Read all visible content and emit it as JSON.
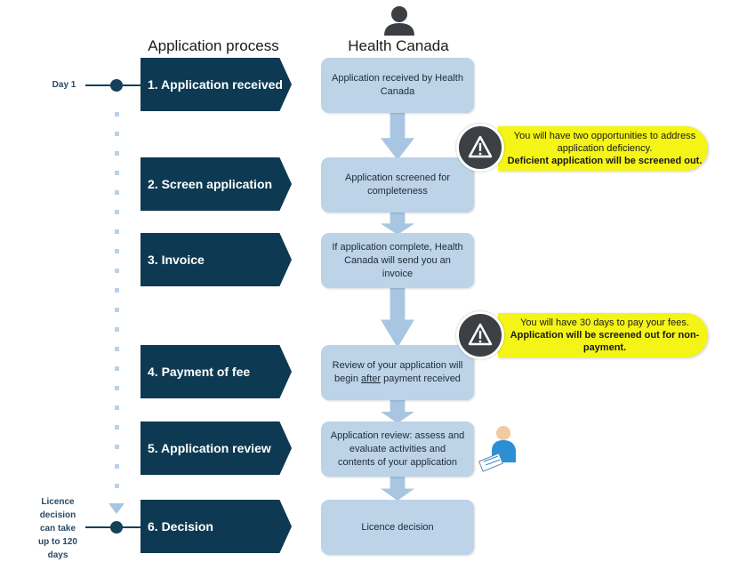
{
  "headers": {
    "application_process": "Application process",
    "health_canada": "Health Canada"
  },
  "timeline": {
    "day_label": "Day 1",
    "end_label_lines": [
      "Licence",
      "decision",
      "can take",
      "up to 120",
      "days"
    ]
  },
  "steps": [
    {
      "label": "1. Application received"
    },
    {
      "label": "2. Screen application"
    },
    {
      "label": "3. Invoice"
    },
    {
      "label": "4. Payment of fee"
    },
    {
      "label": "5. Application review"
    },
    {
      "label": "6. Decision"
    }
  ],
  "health_canada_boxes": {
    "received": "Application received by Health Canada",
    "screened": "Application screened for completeness",
    "invoice": "If application complete, Health Canada will send you an invoice",
    "payment_part1": "Review of your application will begin ",
    "payment_underlined": "after",
    "payment_part2": " payment received",
    "review": "Application review: assess and evaluate activities and contents of your application",
    "decision": "Licence decision"
  },
  "alerts": {
    "screening_line1": "You will have two opportunities to address application deficiency.",
    "screening_line2": "Deficient application will be screened out.",
    "payment_line1": "You will have 30 days to pay your fees.",
    "payment_line2": "Application will be screened out for non-payment."
  },
  "icons": [
    "person-icon",
    "warning-icon",
    "reviewer-icon"
  ],
  "colors": {
    "step_fill": "#0d3a52",
    "hc_box_fill": "#bcd3e8",
    "arrow_fill": "#a8c6e2",
    "alert_fill": "#f4f417",
    "timeline": "#14405a"
  }
}
